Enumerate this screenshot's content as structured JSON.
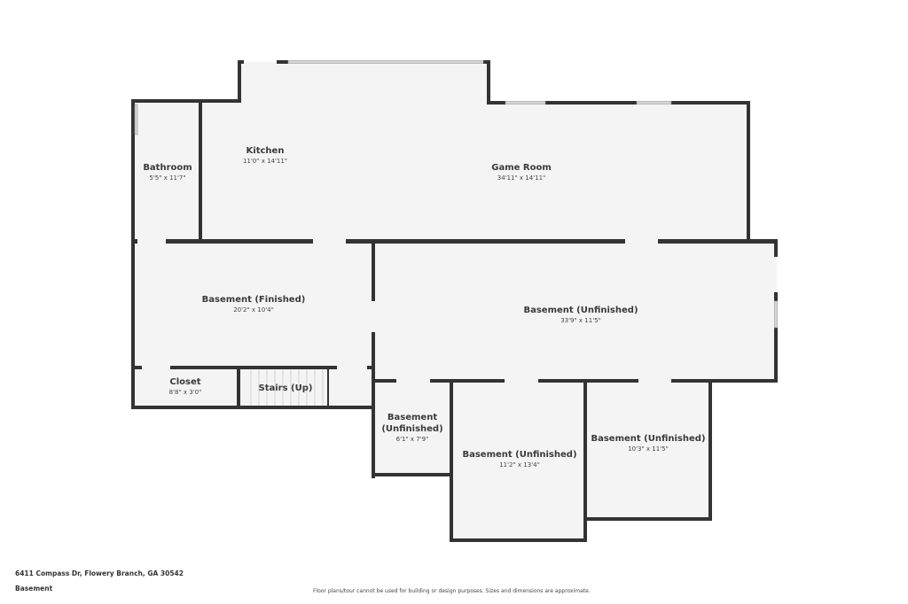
{
  "rooms": [
    {
      "name": "Kitchen",
      "dims": "11'0\" x 14'11\""
    },
    {
      "name": "Bathroom",
      "dims": "5'5\" x 11'7\""
    },
    {
      "name": "Game Room",
      "dims": "34'11\" x 14'11\""
    },
    {
      "name": "Basement (Finished)",
      "dims": "20'2\" x 10'4\""
    },
    {
      "name": "Basement (Unfinished)",
      "dims": "33'9\" x 11'5\""
    },
    {
      "name": "Closet",
      "dims": "8'8\" x 3'0\""
    },
    {
      "name": "Stairs (Up)",
      "dims": ""
    },
    {
      "name": "Basement (Unfinished)",
      "dims": "6'1\" x 7'9\""
    },
    {
      "name": "Basement (Unfinished)",
      "dims": "11'2\" x 13'4\""
    },
    {
      "name": "Basement (Unfinished)",
      "dims": "10'3\" x 11'5\""
    }
  ],
  "footer": {
    "address": "6411 Compass Dr, Flowery Branch, GA 30542",
    "level": "Basement",
    "disclaimer": "Floor plans/tour cannot be used for building or design purposes. Sizes and dimensions are approximate."
  },
  "colors": {
    "wall": "#333333",
    "floor": "#f4f4f4",
    "window": "#cccccc"
  }
}
